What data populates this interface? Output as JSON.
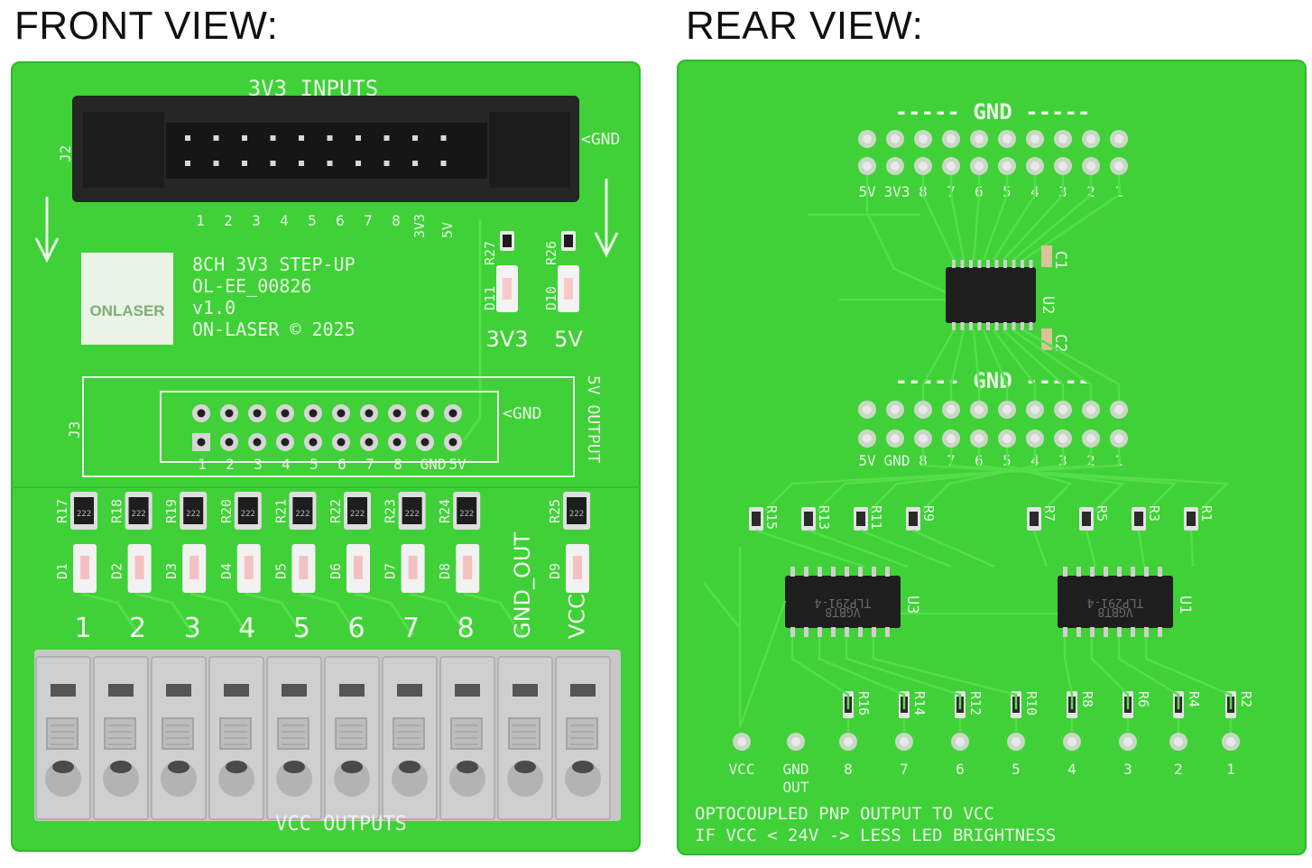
{
  "front": {
    "title": "FRONT VIEW:",
    "header_label": "3V3 INPUTS",
    "footer_label": "VCC OUTPUTS",
    "j2_ref": "J2",
    "j3_ref": "J3",
    "gnd_marker": "<GND",
    "input_pins": [
      "1",
      "2",
      "3",
      "4",
      "5",
      "6",
      "7",
      "8",
      "3V3",
      "5V"
    ],
    "output_pins": [
      "1",
      "2",
      "3",
      "4",
      "5",
      "6",
      "7",
      "8",
      "GND",
      "5V"
    ],
    "side_label": "5V OUTPUT",
    "logo_text": "ONLASER",
    "info_lines": [
      "8CH 3V3 STEP-UP",
      "OL-EE_00826",
      "v1.0",
      "ON-LASER © 2025"
    ],
    "indicator_resistors": [
      "R27",
      "R26"
    ],
    "indicator_leds": [
      "D11",
      "D10"
    ],
    "indicator_labels": [
      "3V3",
      "5V"
    ],
    "channel_resistors": [
      "R17",
      "R18",
      "R19",
      "R20",
      "R21",
      "R22",
      "R23",
      "R24",
      "R25"
    ],
    "channel_leds": [
      "D1",
      "D2",
      "D3",
      "D4",
      "D5",
      "D6",
      "D7",
      "D8",
      "D9"
    ],
    "resistor_marking": "222",
    "terminal_labels": [
      "1",
      "2",
      "3",
      "4",
      "5",
      "6",
      "7",
      "8",
      "GND_OUT",
      "VCC"
    ]
  },
  "rear": {
    "title": "REAR VIEW:",
    "gnd_top": "----- GND -----",
    "gnd_mid": "----- GND -----",
    "top_pin_labels": [
      "5V",
      "3V3",
      "8",
      "7",
      "6",
      "5",
      "4",
      "3",
      "2",
      "1"
    ],
    "mid_pin_labels": [
      "5V",
      "GND",
      "8",
      "7",
      "6",
      "5",
      "4",
      "3",
      "2",
      "1"
    ],
    "ic_u2": "U2",
    "cap_c1": "C1",
    "cap_c2": "C2",
    "upper_resistors": [
      "R15",
      "R13",
      "R11",
      "R9",
      "R7",
      "R5",
      "R3",
      "R1"
    ],
    "ic_u3": "U3",
    "ic_u1": "U1",
    "u3_marking": [
      "TLP291-4",
      "VGBT8"
    ],
    "u1_marking": [
      "TLP291-4",
      "VGBT8"
    ],
    "lower_resistors": [
      "R16",
      "R14",
      "R12",
      "R10",
      "R8",
      "R6",
      "R4",
      "R2"
    ],
    "bottom_pins": [
      "VCC",
      "GND OUT",
      "8",
      "7",
      "6",
      "5",
      "4",
      "3",
      "2",
      "1"
    ],
    "note_lines": [
      "OPTOCOUPLED PNP OUTPUT TO VCC",
      "IF VCC < 24V -> LESS LED BRIGHTNESS"
    ]
  },
  "colors": {
    "pcb_green": "#3fd137",
    "pcb_edge": "#2fb82a",
    "trace": "#55de4a",
    "silkscreen": "#eaf7e6",
    "connector": "#2b2b2b",
    "terminal": "#c9c9c9"
  }
}
